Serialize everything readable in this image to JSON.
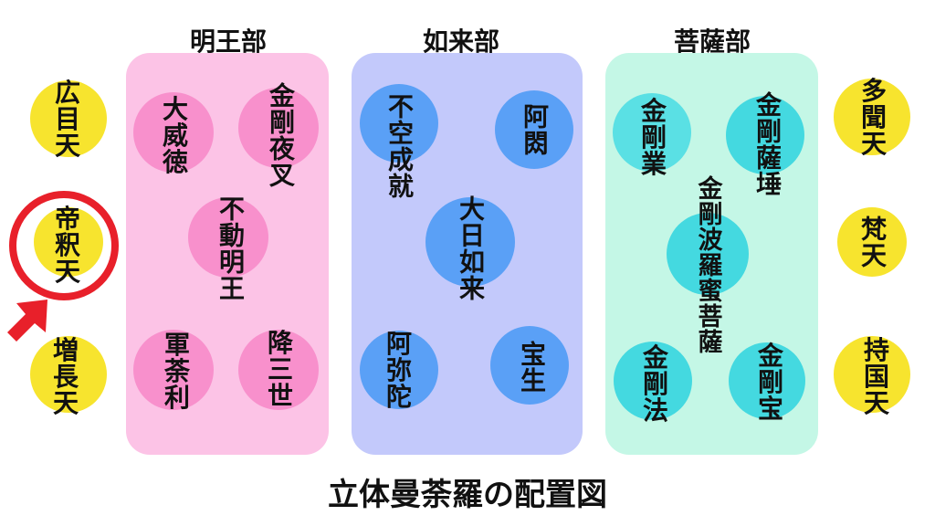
{
  "title": "立体曼荼羅の配置図",
  "colors": {
    "yellow": "#f7e42e",
    "red": "#e8202a",
    "myoo_panel": "#fcc3e6",
    "myoo_circle": "#f890cc",
    "nyorai_panel": "#c3c9fb",
    "nyorai_circle": "#5aa0f6",
    "bosatsu_panel": "#c4f7e6",
    "bosatsu_circle": "#44d9e0"
  },
  "guardians_left": [
    "広目天",
    "帝釈天",
    "増長天"
  ],
  "guardians_right": [
    "多聞天",
    "梵天",
    "持国天"
  ],
  "groups": [
    {
      "label": "明王部",
      "members": [
        "大威徳",
        "金剛夜叉",
        "不動明王",
        "軍荼利",
        "降三世"
      ]
    },
    {
      "label": "如来部",
      "members": [
        "不空成就",
        "阿閦",
        "大日如来",
        "阿弥陀",
        "宝生"
      ]
    },
    {
      "label": "菩薩部",
      "members": [
        "金剛業",
        "金剛薩埵",
        "金剛波羅蜜菩薩",
        "金剛法",
        "金剛宝"
      ]
    }
  ],
  "highlight": "帝釈天"
}
